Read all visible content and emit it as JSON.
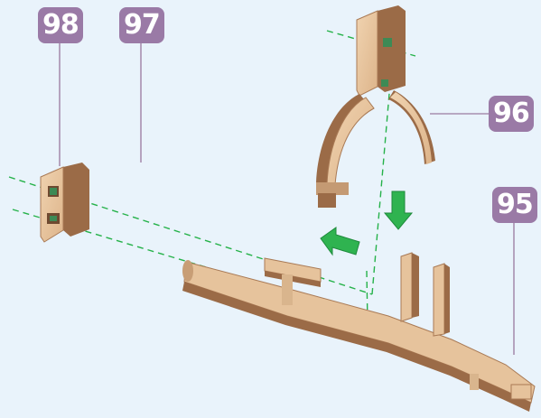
{
  "callouts": {
    "part_98": "98",
    "part_97": "97",
    "part_96": "96",
    "part_95": "95"
  },
  "colors": {
    "background": "#e9f3fb",
    "badge": "#9a7aa6",
    "leader_line": "#a88fb0",
    "guide_line": "#26b24a",
    "arrow": "#2fb350",
    "wood_face": "#e8c6a0",
    "wood_edge": "#9b6b47"
  },
  "icons": {
    "arrow_left": "green-arrow-left-icon",
    "arrow_down": "green-arrow-down-icon"
  }
}
